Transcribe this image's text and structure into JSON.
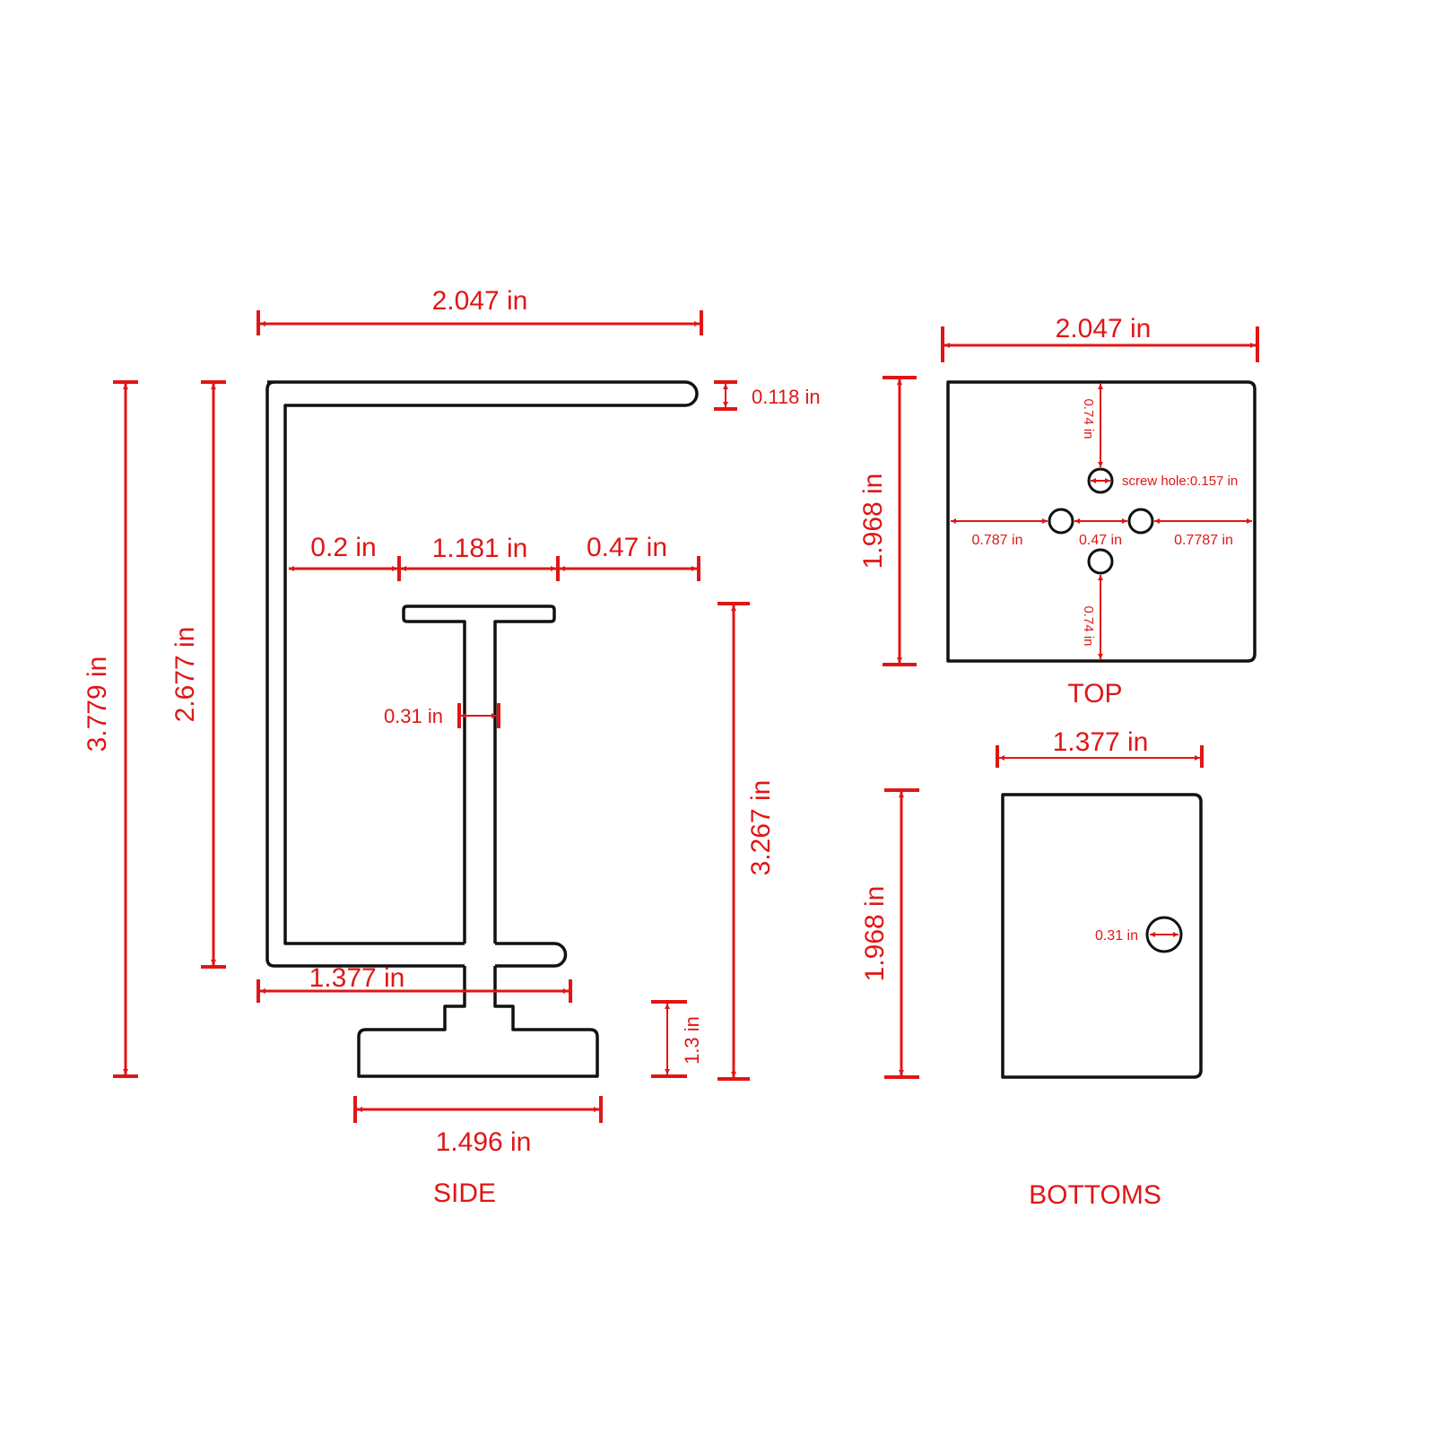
{
  "views": {
    "side": "SIDE",
    "top": "TOP",
    "bottoms": "BOTTOMS"
  },
  "side_dims": {
    "overall_width": "2.047 in",
    "top_thickness": "0.118 in",
    "overall_height": "3.779 in",
    "inner_height": "2.677 in",
    "gap_left": "0.2 in",
    "post_cap_width": "1.181 in",
    "gap_right": "0.47 in",
    "post_thickness": "0.31 in",
    "post_height": "3.267 in",
    "lower_arm_width": "1.377 in",
    "foot_height": "1.3 in",
    "base_width": "1.496 in"
  },
  "top_dims": {
    "width": "2.047 in",
    "height": "1.968 in",
    "to_hole_top": "0.74 in",
    "screw_hole": "screw hole:0.157 in",
    "left_offset": "0.787 in",
    "hole_spacing": "0.47 in",
    "right_offset": "0.7787 in",
    "to_hole_bottom": "0.74 in"
  },
  "bottom_dims": {
    "width": "1.377 in",
    "height": "1.968 in",
    "hole": "0.31 in"
  },
  "colors": {
    "dimension": "#e01616",
    "outline": "#111111"
  }
}
